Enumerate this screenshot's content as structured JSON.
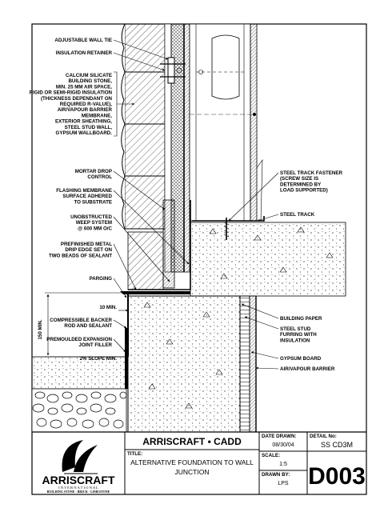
{
  "labels_left": [
    [
      "ADJUSTABLE WALL TIE"
    ],
    [
      "INSULATION RETAINER"
    ],
    [
      "CALCIUM SILICATE",
      "BUILDING STONE,",
      "MIN. 25 MM AIR SPACE,",
      "RIGID OR SEMI-RIGID INSULATION",
      "(THICKNESS DEPENDANT ON",
      "REQUIRED R-VALUE),",
      "AIR/VAPOUR BARRIER",
      "MEMBRANE,",
      "EXTERIOR SHEATHING,",
      "STEEL STUD WALL,",
      "GYPSUM WALLBOARD."
    ],
    [
      "MORTAR DROP",
      "CONTROL"
    ],
    [
      "FLASHING MEMBRANE",
      "SURFACE ADHERED",
      "TO SUBSTRATE"
    ],
    [
      "UNOBSTRUCTED",
      "WEEP SYSTEM",
      "@ 600 MM O/C"
    ],
    [
      "PREFINISHED METAL",
      "DRIP EDGE SET ON",
      "TWO BEADS OF SEALANT"
    ],
    [
      "PARGING"
    ],
    [
      "10 MIN."
    ],
    [
      "COMPRESSIBLE BACKER",
      "ROD AND SEALANT"
    ],
    [
      "PREMOULDED EXPANSION",
      "JOINT FILLER"
    ],
    [
      "2% SLOPE MIN."
    ]
  ],
  "dim_150": "150 MIN.",
  "labels_right": [
    [
      "STEEL TRACK FASTENER",
      "(SCREW SIZE IS",
      "DETERMINED BY",
      "LOAD SUPPORTED)"
    ],
    [
      "STEEL TRACK"
    ],
    [
      "BUILDING PAPER"
    ],
    [
      "STEEL STUD",
      "FURRING WITH",
      "INSULATION"
    ],
    [
      "GYPSUM BOARD"
    ],
    [
      "AIR/VAPOUR BARRIER"
    ]
  ],
  "title_block": {
    "logo_name": "ARRISCRAFT",
    "logo_sub": "I N T E R N A T I O N A L",
    "logo_tag": "BUILDING STONE · BRICK · LIMESTONE",
    "company": "ARRISCRAFT • CADD",
    "title_label": "TITLE:",
    "title_line1": "ALTERNATIVE FOUNDATION TO WALL",
    "title_line2": "JUNCTION",
    "date_label": "DATE DRAWN:",
    "date_value": "08/30/04",
    "scale_label": "SCALE:",
    "scale_value": "1:5",
    "drawn_label": "DRAWN BY:",
    "drawn_value": "LPS",
    "detail_label": "DETAIL No:",
    "detail_code": "SS CD3M",
    "detail_number": "D003"
  }
}
